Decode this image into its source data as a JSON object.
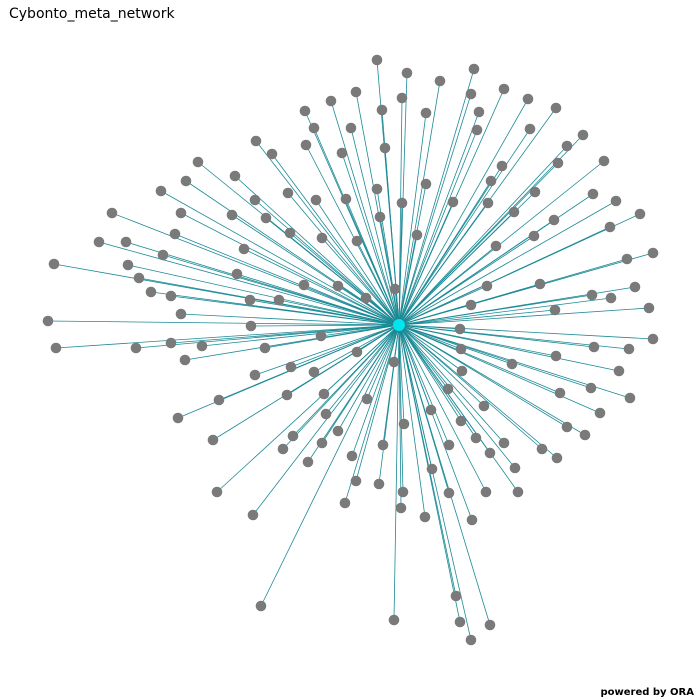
{
  "title": "Cybonto_meta_network",
  "footer": "powered by ORA",
  "colors": {
    "edge": "#1b8a96",
    "node": "#7a7a7a",
    "hub": "#00e5ee"
  },
  "graph": {
    "hub_id": "hub",
    "spoke_count": 160,
    "layout": "radial (hub with satellite nodes)"
  }
}
